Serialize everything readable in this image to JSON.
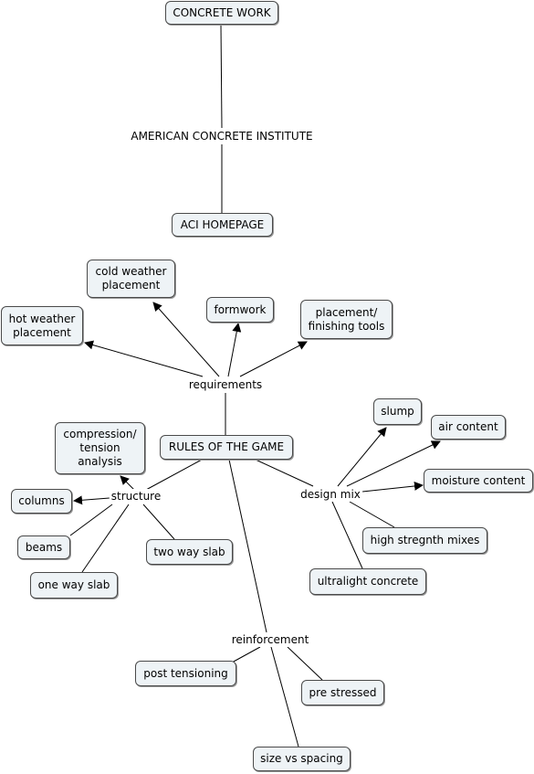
{
  "nodes": {
    "concrete_work": "CONCRETE WORK",
    "aci_homepage": "ACI HOMEPAGE",
    "cold_weather": "cold weather\nplacement",
    "hot_weather": "hot weather\nplacement",
    "formwork": "formwork",
    "finishing_tools": "placement/\nfinishing tools",
    "compression": "compression/\ntension\nanalysis",
    "rules": "RULES OF THE GAME",
    "slump": "slump",
    "air_content": "air content",
    "moisture_content": "moisture content",
    "columns": "columns",
    "beams": "beams",
    "two_way_slab": "two way slab",
    "high_strength": "high stregnth mixes",
    "one_way_slab": "one way slab",
    "ultralight": "ultralight concrete",
    "post_tensioning": "post tensioning",
    "pre_stressed": "pre stressed",
    "size_vs_spacing": "size vs spacing"
  },
  "links": {
    "aci": "AMERICAN CONCRETE INSTITUTE",
    "requirements": "requirements",
    "structure": "structure",
    "design_mix": "design mix",
    "reinforcement": "reinforcement"
  }
}
